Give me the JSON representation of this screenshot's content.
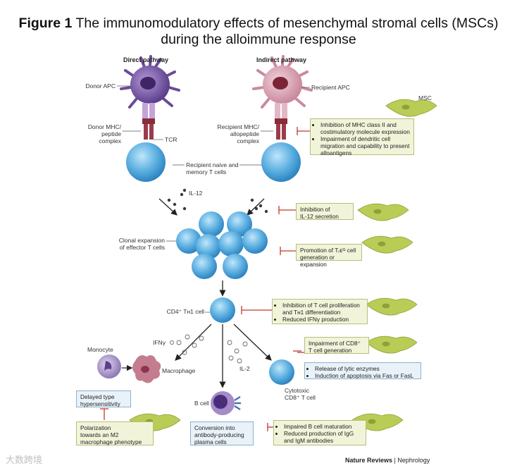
{
  "title": {
    "figure": "Figure 1",
    "line1": "The immunomodulatory effects of mesenchymal stromal cells (MSCs)",
    "line2": "during the alloimmune response"
  },
  "headers": {
    "direct": "Direct pathway",
    "indirect": "Indirect pathway"
  },
  "labels": {
    "donor_apc": "Donor APC",
    "donor_mhc": [
      "Donor MHC/",
      "peptide",
      "complex"
    ],
    "tcr": "TCR",
    "recipient_apc": "Recipient APC",
    "recipient_mhc": [
      "Recipient MHC/",
      "allopeptide",
      "complex"
    ],
    "msc": "MSC",
    "naive": [
      "Recipient naive and",
      "memory T cells"
    ],
    "il12": "IL-12",
    "clonal": [
      "Clonal expansion",
      "of effector T cells"
    ],
    "cd4": "CD4⁺ Tʜ1 cell",
    "ifn": "IFNγ",
    "il2": "IL-2",
    "monocyte": "Monocyte",
    "macrophage": "Macrophage",
    "bcell": "B cell",
    "cytotoxic": [
      "Cytotoxic",
      "CD8⁺ T cell"
    ]
  },
  "boxes": {
    "mhc_inhibition": [
      "Inhibition of MHC class II and costimulatory molecule expression",
      "Impairment of dendritic cell migration and capability to present alloantigens"
    ],
    "il12_inhibition": [
      "Inhibition of",
      "IL-12 secretion"
    ],
    "treg": [
      "Promotion of Tᵣᴇᴳ cell",
      "generation or expansion"
    ],
    "tcell_inhibition": [
      "Inhibition of T cell proliferation and Tʜ1 differentiation",
      "Reduced IFNγ production"
    ],
    "cd8_impair": [
      "Impairment of CD8⁺",
      "T cell generation"
    ],
    "lytic": [
      "Release of lytic enzymes",
      "Induction of apoptosis via Fas or FasL"
    ],
    "dth": [
      "Delayed type",
      "hypersensitivity"
    ],
    "m2": [
      "Polarization",
      "towards an M2",
      "macrophage phenotype"
    ],
    "conversion": [
      "Conversion into",
      "antibody-producing",
      "plasma cells"
    ],
    "bcell_impair": [
      "Impaired B cell maturation",
      "Reduced production of IgG and IgM antibodies"
    ]
  },
  "footer": {
    "journal": "Nature Reviews",
    "section": "Nephrology"
  },
  "watermark": "大数跨境",
  "colors": {
    "tcell": "#5aaee0",
    "msc": "#b9cc55",
    "donor_apc": "#7a5aa6",
    "recipient_apc": "#d7a3b3",
    "box": "#f2f4da",
    "inhibit": "#c0392b"
  }
}
